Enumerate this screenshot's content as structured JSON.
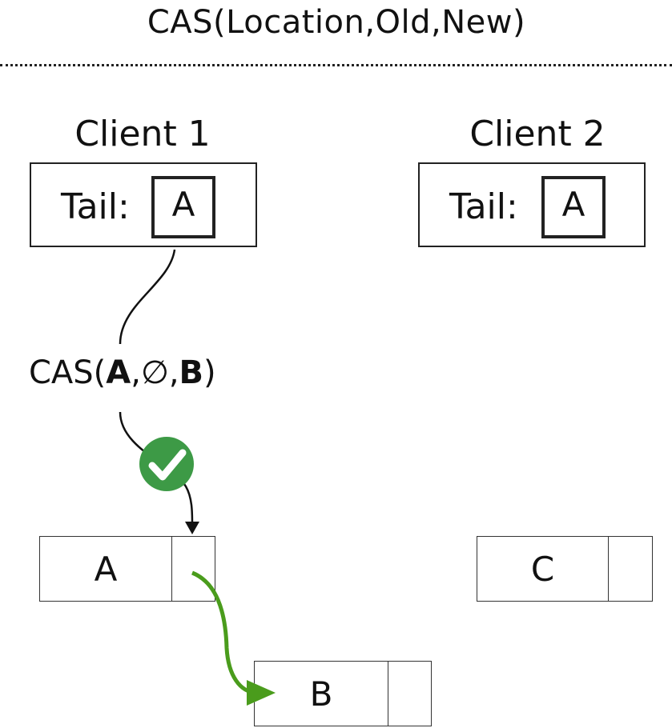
{
  "title": "CAS(Location,Old,New)",
  "client1": {
    "label": "Client 1",
    "tail_label": "Tail:",
    "tail_value": "A"
  },
  "client2": {
    "label": "Client 2",
    "tail_label": "Tail:",
    "tail_value": "A"
  },
  "operation": {
    "prefix": "CAS(",
    "old": "A",
    "sep1": ",",
    "cmp": "∅",
    "sep2": ",",
    "new": "B",
    "suffix": ")"
  },
  "status": {
    "icon": "check-circle-icon",
    "color": "#3d9a46"
  },
  "nodes": {
    "a": "A",
    "b": "B",
    "c": "C"
  },
  "colors": {
    "link_arrow": "#4a9c1c",
    "ink": "#111111"
  }
}
